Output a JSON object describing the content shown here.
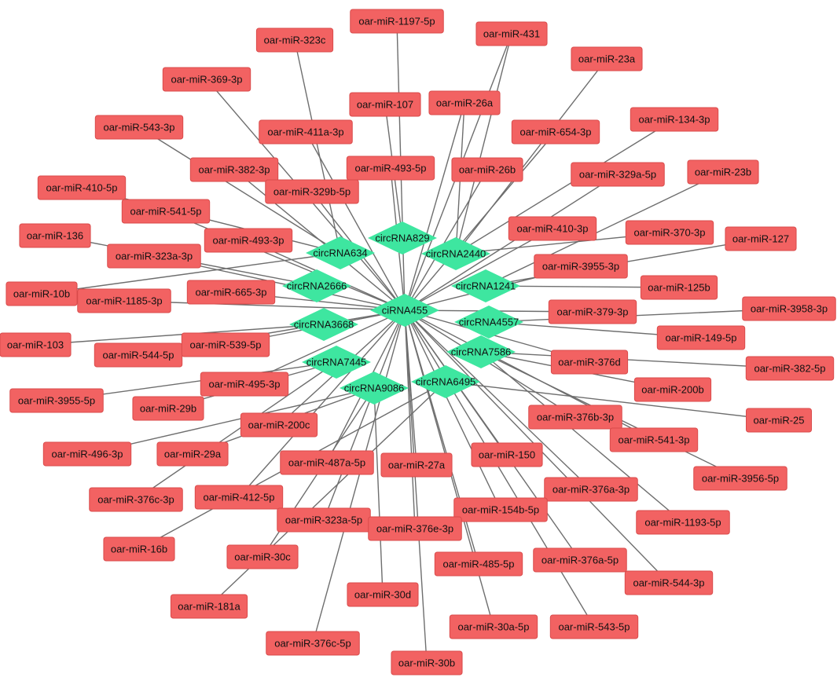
{
  "colors": {
    "mirna": "#f26262",
    "mirna_border": "#d94b4b",
    "circrna": "#3ee6a0",
    "edge": "#6e6e6e"
  },
  "circrnas": [
    "ciRNA455",
    "circRNA829",
    "circRNA634",
    "circRNA2440",
    "circRNA2666",
    "circRNA1241",
    "circRNA3668",
    "circRNA4557",
    "circRNA7586",
    "circRNA7445",
    "circRNA9086",
    "circRNA6495"
  ],
  "mirnas": [
    {
      "label": "oar-miR-1197-5p",
      "targets": [
        "ciRNA455"
      ]
    },
    {
      "label": "oar-miR-431",
      "targets": [
        "circRNA2440",
        "ciRNA455"
      ]
    },
    {
      "label": "oar-miR-323c",
      "targets": [
        "circRNA634"
      ]
    },
    {
      "label": "oar-miR-23a",
      "targets": [
        "circRNA2440"
      ]
    },
    {
      "label": "oar-miR-369-3p",
      "targets": [
        "ciRNA455"
      ]
    },
    {
      "label": "oar-miR-107",
      "targets": [
        "circRNA829"
      ]
    },
    {
      "label": "oar-miR-26a",
      "targets": [
        "ciRNA455",
        "circRNA2440"
      ]
    },
    {
      "label": "oar-miR-543-3p",
      "targets": [
        "circRNA634"
      ]
    },
    {
      "label": "oar-miR-411a-3p",
      "targets": [
        "ciRNA455"
      ]
    },
    {
      "label": "oar-miR-654-3p",
      "targets": [
        "ciRNA455"
      ]
    },
    {
      "label": "oar-miR-134-3p",
      "targets": [
        "circRNA2440"
      ]
    },
    {
      "label": "oar-miR-382-3p",
      "targets": [
        "ciRNA455"
      ]
    },
    {
      "label": "oar-miR-493-5p",
      "targets": [
        "ciRNA455"
      ]
    },
    {
      "label": "oar-miR-26b",
      "targets": [
        "ciRNA455"
      ]
    },
    {
      "label": "oar-miR-329a-5p",
      "targets": [
        "ciRNA455"
      ]
    },
    {
      "label": "oar-miR-23b",
      "targets": [
        "circRNA1241"
      ]
    },
    {
      "label": "oar-miR-410-5p",
      "targets": [
        "circRNA634"
      ]
    },
    {
      "label": "oar-miR-329b-5p",
      "targets": [
        "ciRNA455"
      ]
    },
    {
      "label": "oar-miR-541-5p",
      "targets": [
        "ciRNA455"
      ]
    },
    {
      "label": "oar-miR-410-3p",
      "targets": [
        "ciRNA455"
      ]
    },
    {
      "label": "oar-miR-370-3p",
      "targets": [
        "circRNA2440"
      ]
    },
    {
      "label": "oar-miR-127",
      "targets": [
        "circRNA1241"
      ]
    },
    {
      "label": "oar-miR-136",
      "targets": [
        "circRNA2666"
      ]
    },
    {
      "label": "oar-miR-493-3p",
      "targets": [
        "ciRNA455"
      ]
    },
    {
      "label": "oar-miR-323a-3p",
      "targets": [
        "ciRNA455"
      ]
    },
    {
      "label": "oar-miR-3955-3p",
      "targets": [
        "ciRNA455"
      ]
    },
    {
      "label": "oar-miR-10b",
      "targets": [
        "circRNA634"
      ]
    },
    {
      "label": "oar-miR-1185-3p",
      "targets": [
        "ciRNA455"
      ]
    },
    {
      "label": "oar-miR-665-3p",
      "targets": [
        "ciRNA455"
      ]
    },
    {
      "label": "oar-miR-125b",
      "targets": [
        "circRNA1241"
      ]
    },
    {
      "label": "oar-miR-379-3p",
      "targets": [
        "ciRNA455"
      ]
    },
    {
      "label": "oar-miR-3958-3p",
      "targets": [
        "circRNA4557"
      ]
    },
    {
      "label": "oar-miR-103",
      "targets": [
        "circRNA3668"
      ]
    },
    {
      "label": "oar-miR-544-5p",
      "targets": [
        "ciRNA455"
      ]
    },
    {
      "label": "oar-miR-539-5p",
      "targets": [
        "ciRNA455"
      ]
    },
    {
      "label": "oar-miR-149-5p",
      "targets": [
        "circRNA4557"
      ]
    },
    {
      "label": "oar-miR-376d",
      "targets": [
        "ciRNA455"
      ]
    },
    {
      "label": "oar-miR-382-5p",
      "targets": [
        "circRNA7586"
      ]
    },
    {
      "label": "oar-miR-3955-5p",
      "targets": [
        "circRNA7445"
      ]
    },
    {
      "label": "oar-miR-495-3p",
      "targets": [
        "ciRNA455"
      ]
    },
    {
      "label": "oar-miR-200b",
      "targets": [
        "circRNA7586"
      ]
    },
    {
      "label": "oar-miR-29b",
      "targets": [
        "circRNA7445"
      ]
    },
    {
      "label": "oar-miR-25",
      "targets": [
        "circRNA6495"
      ]
    },
    {
      "label": "oar-miR-200c",
      "targets": [
        "ciRNA455"
      ]
    },
    {
      "label": "oar-miR-376b-3p",
      "targets": [
        "ciRNA455"
      ]
    },
    {
      "label": "oar-miR-541-3p",
      "targets": [
        "ciRNA455"
      ]
    },
    {
      "label": "oar-miR-496-3p",
      "targets": [
        "circRNA9086"
      ]
    },
    {
      "label": "oar-miR-29a",
      "targets": [
        "circRNA9086"
      ]
    },
    {
      "label": "oar-miR-487a-5p",
      "targets": [
        "ciRNA455"
      ]
    },
    {
      "label": "oar-miR-27a",
      "targets": [
        "ciRNA455"
      ]
    },
    {
      "label": "oar-miR-150",
      "targets": [
        "ciRNA455"
      ]
    },
    {
      "label": "oar-miR-3956-5p",
      "targets": [
        "circRNA7586"
      ]
    },
    {
      "label": "oar-miR-376c-3p",
      "targets": [
        "circRNA7445"
      ]
    },
    {
      "label": "oar-miR-412-5p",
      "targets": [
        "ciRNA455"
      ]
    },
    {
      "label": "oar-miR-376a-3p",
      "targets": [
        "ciRNA455"
      ]
    },
    {
      "label": "oar-miR-154b-5p",
      "targets": [
        "ciRNA455"
      ]
    },
    {
      "label": "oar-miR-1193-5p",
      "targets": [
        "circRNA7586"
      ]
    },
    {
      "label": "oar-miR-16b",
      "targets": [
        "circRNA6495"
      ]
    },
    {
      "label": "oar-miR-323a-5p",
      "targets": [
        "ciRNA455"
      ]
    },
    {
      "label": "oar-miR-376e-3p",
      "targets": [
        "ciRNA455"
      ]
    },
    {
      "label": "oar-miR-30c",
      "targets": [
        "circRNA9086"
      ]
    },
    {
      "label": "oar-miR-485-5p",
      "targets": [
        "ciRNA455"
      ]
    },
    {
      "label": "oar-miR-376a-5p",
      "targets": [
        "ciRNA455"
      ]
    },
    {
      "label": "oar-miR-544-3p",
      "targets": [
        "ciRNA455"
      ]
    },
    {
      "label": "oar-miR-30d",
      "targets": [
        "circRNA9086"
      ]
    },
    {
      "label": "oar-miR-181a",
      "targets": [
        "circRNA6495"
      ]
    },
    {
      "label": "oar-miR-30a-5p",
      "targets": [
        "ciRNA455"
      ]
    },
    {
      "label": "oar-miR-543-5p",
      "targets": [
        "ciRNA455"
      ]
    },
    {
      "label": "oar-miR-376c-5p",
      "targets": [
        "ciRNA455"
      ]
    },
    {
      "label": "oar-miR-30b",
      "targets": [
        "ciRNA455"
      ]
    }
  ]
}
